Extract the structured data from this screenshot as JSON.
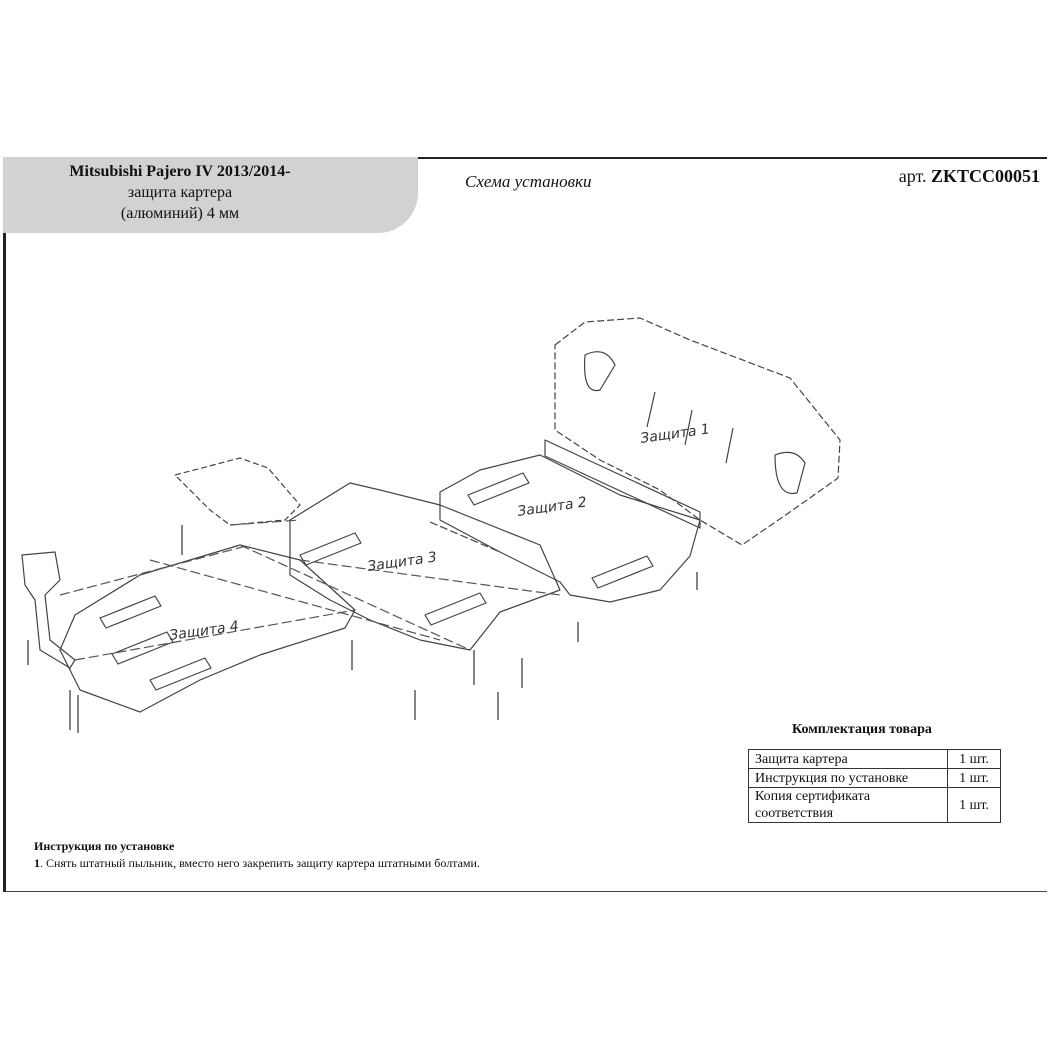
{
  "header": {
    "model": "Mitsubishi Pajero IV 2013/2014-",
    "part_line1": "защита картера",
    "part_line2": "(алюминий) 4 мм",
    "scheme_title": "Схема установки",
    "article_prefix": "арт.",
    "article_code": "ZKTCC00051"
  },
  "diagram": {
    "labels": [
      "Защита 1",
      "Защита 2",
      "Защита 3",
      "Защита 4"
    ]
  },
  "kit": {
    "title": "Комплектация товара",
    "rows": [
      {
        "name": "Защита картера",
        "qty": "1 шт."
      },
      {
        "name": "Инструкция по установке",
        "qty": "1 шт."
      },
      {
        "name_line1": "Копия сертификата",
        "name_line2": "соответствия",
        "qty": "1 шт."
      }
    ]
  },
  "instructions": {
    "title": "Инструкция по установке",
    "step1_num": "1",
    "step1_text": ". Снять штатный пыльник, вместо него закрепить защиту картера штатными болтами."
  }
}
